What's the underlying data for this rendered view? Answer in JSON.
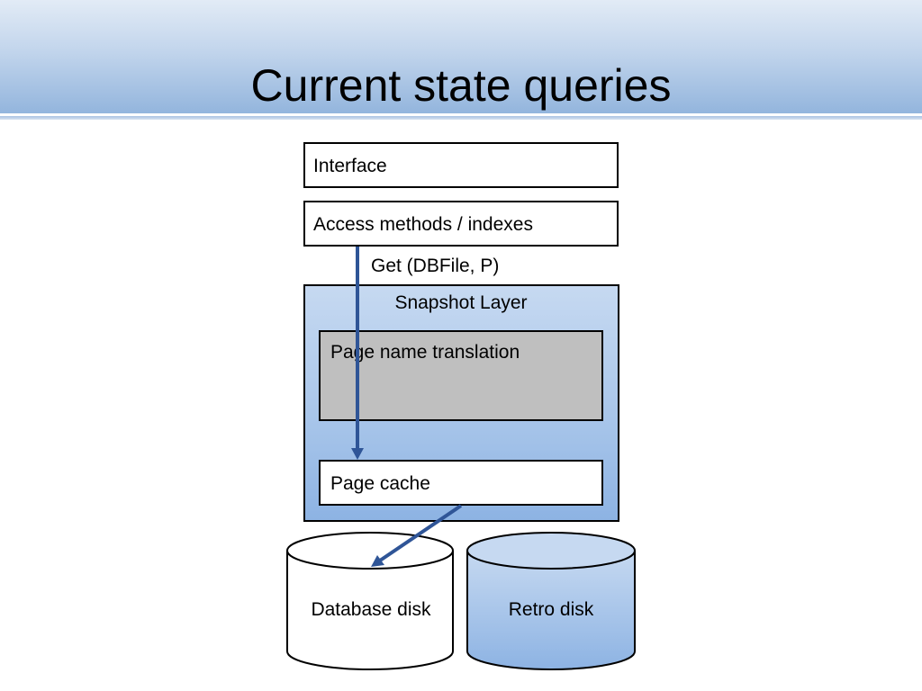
{
  "slide": {
    "title": "Current state queries"
  },
  "diagram": {
    "interface": "Interface",
    "access_methods": "Access methods / indexes",
    "call_label": "Get (DBFile, P)",
    "snapshot_layer": "Snapshot Layer",
    "page_name_translation": "Page name translation",
    "page_cache": "Page cache",
    "database_disk": "Database disk",
    "retro_disk": "Retro disk"
  },
  "colors": {
    "arrow": "#2f5597",
    "snapshot_fill": "#a9c6ea",
    "translation_fill": "#bfbfbf",
    "retro_disk_fill": "#a9c6ea"
  }
}
